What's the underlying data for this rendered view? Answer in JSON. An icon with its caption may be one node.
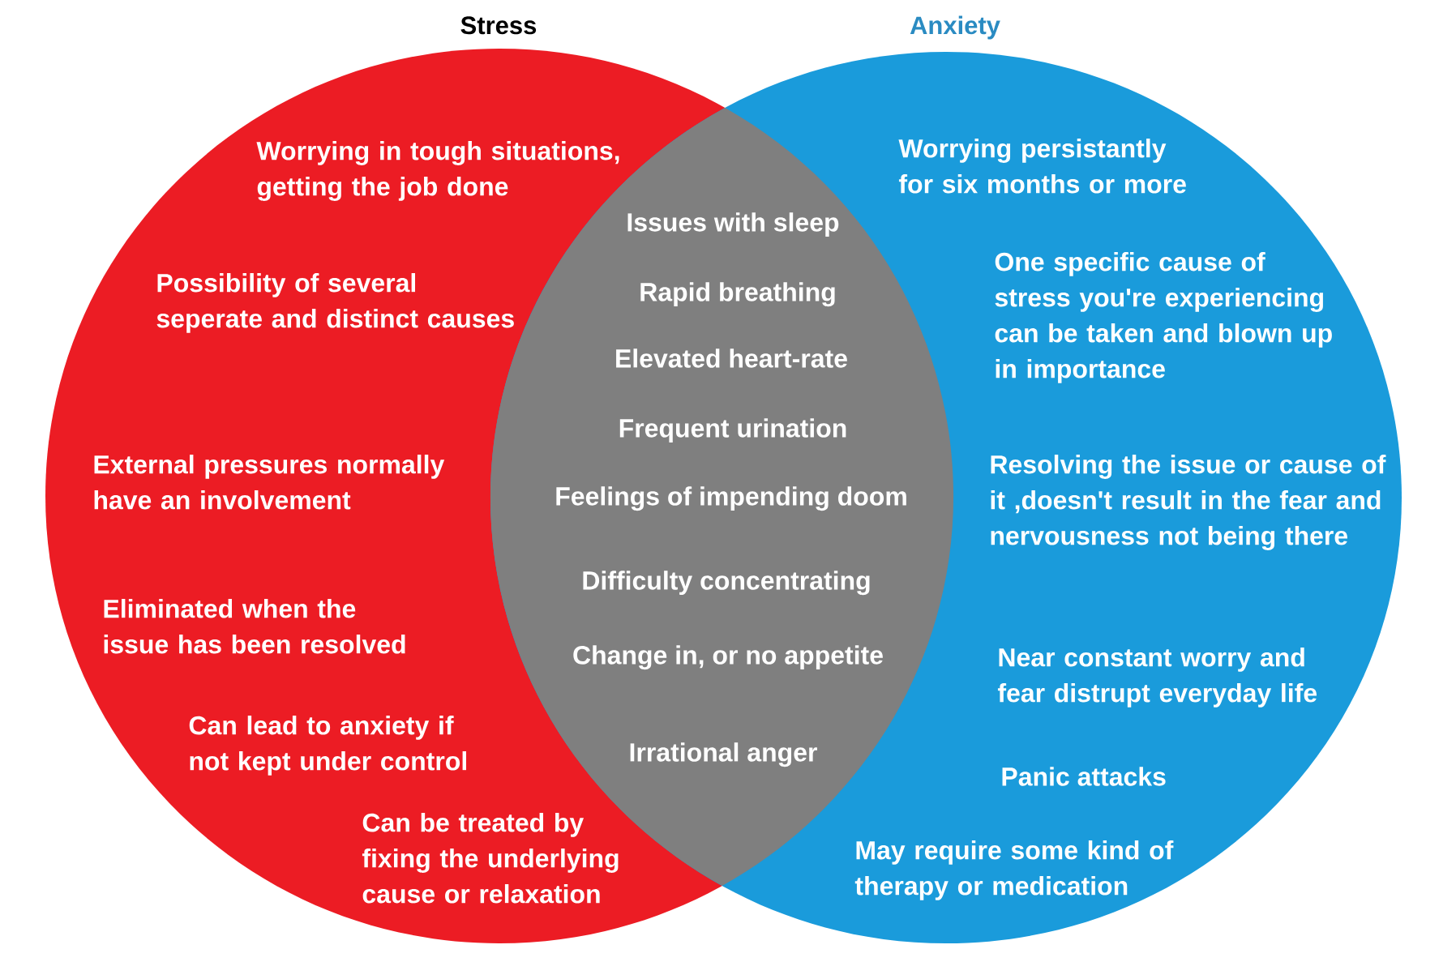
{
  "diagram": {
    "nodes": [
      {
        "text": [
          "Stress",
          "Worrying in tough situations, getting the job done",
          "Possibility of several seperate and distinct causes",
          "External pressures normally have an involvement",
          "Eliminated when the issue has been resolved",
          "Can lead to anxiety if not kept under control",
          "Can be treated by fixing the underlying cause or relaxation"
        ]
      },
      {
        "text": [
          "Anxiety",
          "Worrying persistantly for six months or more",
          "One specific cause of stress you're experiencing can be taken and blown up in importance",
          "Resolving the issue or cause of it ,doesn't result in the fear and nervousness not being there",
          "Near constant worry and fear distrupt everyday life",
          "Panic attacks",
          "May require some kind of therapy or medication"
        ]
      },
      {
        "text": [
          "Issues with sleep",
          "Rapid breathing",
          "Elevated heart-rate",
          "Frequent urination",
          "Feelings of impending doom",
          "Difficulty concentrating",
          "Change in, or no appetite",
          "Irrational anger"
        ]
      }
    ]
  }
}
